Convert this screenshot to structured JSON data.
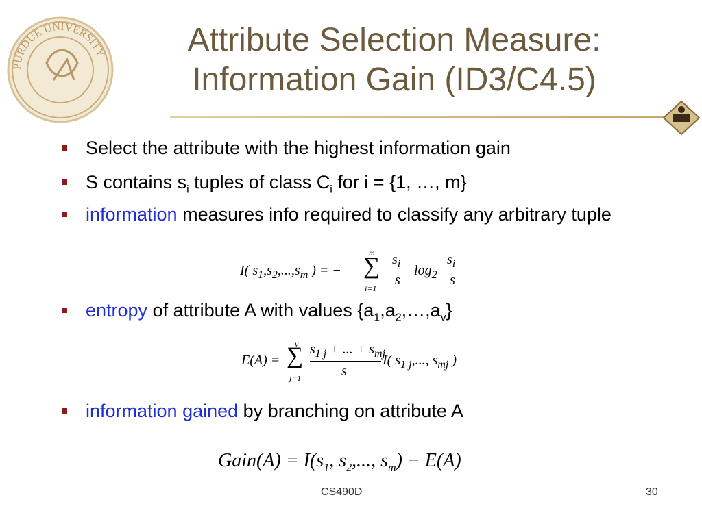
{
  "slide": {
    "title_line1": "Attribute Selection Measure:",
    "title_line2": "Information Gain (ID3/C4.5)",
    "seal_text": "PURDUE UNIVERSITY"
  },
  "bullets": [
    {
      "text": "Select the attribute with the highest information gain"
    },
    {
      "pre": "S contains s",
      "sub1": "i",
      "mid": " tuples of class C",
      "sub2": "i",
      "post": " for i = {1, …, m}"
    },
    {
      "highlight": "information",
      "text": " measures info required to classify any arbitrary tuple"
    },
    {
      "highlight": "entropy",
      "pre": " of attribute A with values {a",
      "sub1": "1",
      "mid1": ",a",
      "sub2": "2",
      "mid2": ",…,a",
      "sub3": "v",
      "post": "}"
    },
    {
      "highlight": "information gained",
      "text": " by branching on attribute A"
    }
  ],
  "formulas": {
    "info": {
      "lhs": "I( s",
      "lhs_sub1": "1",
      "lhs_mid1": ",s",
      "lhs_sub2": "2",
      "lhs_mid2": ",...,s",
      "lhs_subm": "m",
      "lhs_close": " ) = −",
      "sum_top": "m",
      "sum_bottom": "i=1",
      "frac1_num": "s",
      "frac1_num_sub": "i",
      "frac1_den": "s",
      "log": "log",
      "log_base": "2",
      "frac2_num": "s",
      "frac2_num_sub": "i",
      "frac2_den": "s"
    },
    "entropy": {
      "lhs": "E(A) =",
      "sum_top": "v",
      "sum_bottom": "j=1",
      "num": "s",
      "num_sub1": "1 j",
      "num_mid": " + ... + s",
      "num_sub2": "mj",
      "den": "s",
      "rhs": "I( s",
      "rhs_sub1": "1 j",
      "rhs_mid": ",..., s",
      "rhs_sub2": "mj",
      "rhs_close": " )"
    },
    "gain": {
      "text1": "Gain(A) = I(s",
      "sub1": "1",
      "mid1": ", s",
      "sub2": "2",
      "mid2": ",..., s",
      "subm": "m",
      "text2": ") − E(A)"
    }
  },
  "footer": {
    "course": "CS490D",
    "page": "30"
  },
  "colors": {
    "title": "#6b5a3c",
    "highlight": "#1f2fd6",
    "bullet": "#8b1c1c",
    "divider": "#d1b57e"
  }
}
